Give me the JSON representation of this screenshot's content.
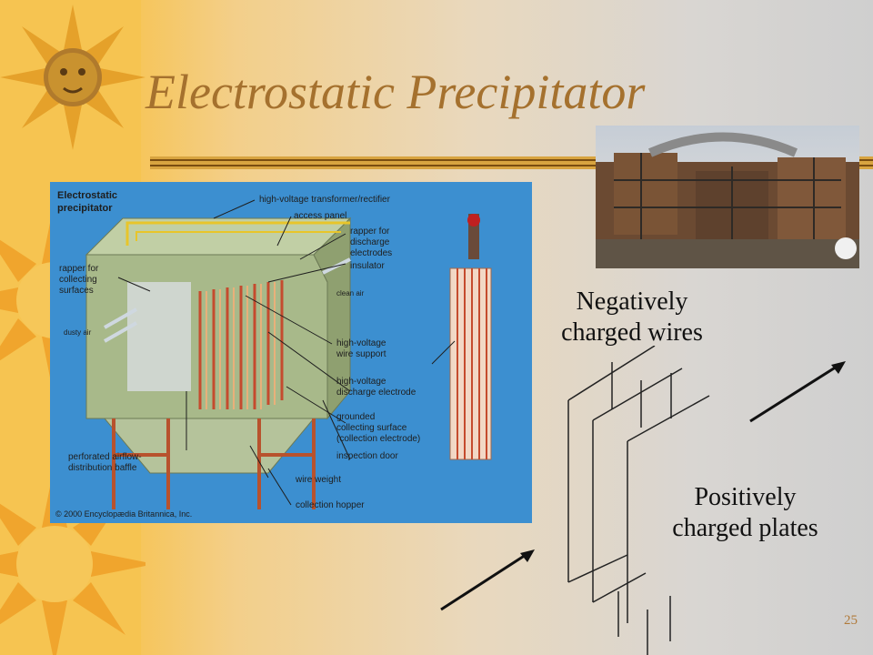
{
  "slide": {
    "title": "Electrostatic Precipitator",
    "page_number": "25"
  },
  "diagram": {
    "heading_line1": "Electrostatic",
    "heading_line2": "precipitator",
    "copyright": "© 2000 Encyclopædia Britannica, Inc.",
    "labels": {
      "transformer": "high-voltage transformer/rectifier",
      "access_panel": "access panel",
      "rapper_discharge_1": "rapper for",
      "rapper_discharge_2": "discharge",
      "rapper_discharge_3": "electrodes",
      "insulator": "insulator",
      "rapper_collecting_1": "rapper for",
      "rapper_collecting_2": "collecting",
      "rapper_collecting_3": "surfaces",
      "clean_air": "clean air",
      "dusty_air": "dusty air",
      "wire_support_1": "high-voltage",
      "wire_support_2": "wire support",
      "discharge_electrode_1": "high-voltage",
      "discharge_electrode_2": "discharge electrode",
      "grounded_1": "grounded",
      "grounded_2": "collecting surface",
      "grounded_3": "(collection electrode)",
      "inspection_door": "inspection door",
      "baffle_1": "perforated airflow-",
      "baffle_2": "distribution baffle",
      "wire_weight": "wire weight",
      "collection_hopper": "collection hopper"
    }
  },
  "schematic": {
    "negative_line1": "Negatively",
    "negative_line2": "charged wires",
    "positive_line1": "Positively",
    "positive_line2": "charged plates"
  },
  "colors": {
    "title": "#a5712e",
    "sidebar": "#f6c451",
    "diagram_background": "#3c8fd0",
    "structure_green": "#a8b98a"
  }
}
